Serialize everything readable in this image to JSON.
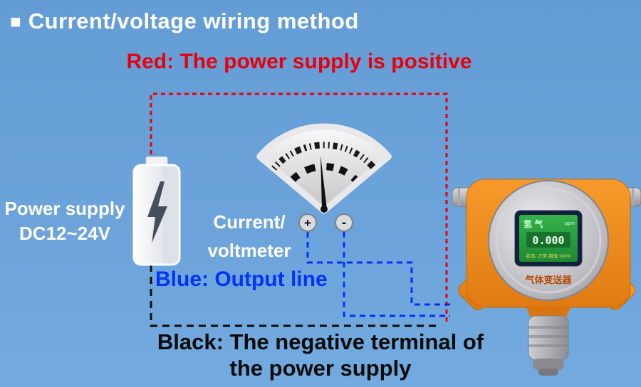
{
  "colors": {
    "background": "#68a0d7",
    "red_wire": "#e8000d",
    "blue_wire": "#0533f5",
    "black_wire": "#0a0a0a",
    "device_orange": "#ef8a18",
    "screen_green": "#2aa03e"
  },
  "icons": {
    "title_bullet": "■",
    "lightning_bolt": "lightning-bolt"
  },
  "title": {
    "text": "Current/voltage wiring method"
  },
  "wiring_labels": {
    "red": "Red: The power supply is positive",
    "blue": "Blue: Output line",
    "black_line1": "Black: The negative terminal of",
    "black_line2": "the power supply"
  },
  "power_supply": {
    "line1": "Power supply",
    "line2": "DC12~24V"
  },
  "meter": {
    "line1": "Current/",
    "line2": "voltmeter",
    "plus_terminal": "+",
    "minus_terminal": "-"
  },
  "device": {
    "screen_gas_name": "氢 气",
    "screen_unit": "ppm",
    "screen_value": "0.000",
    "screen_status": "状态: 正常  阈值:100%",
    "body_label": "气体变送器"
  }
}
